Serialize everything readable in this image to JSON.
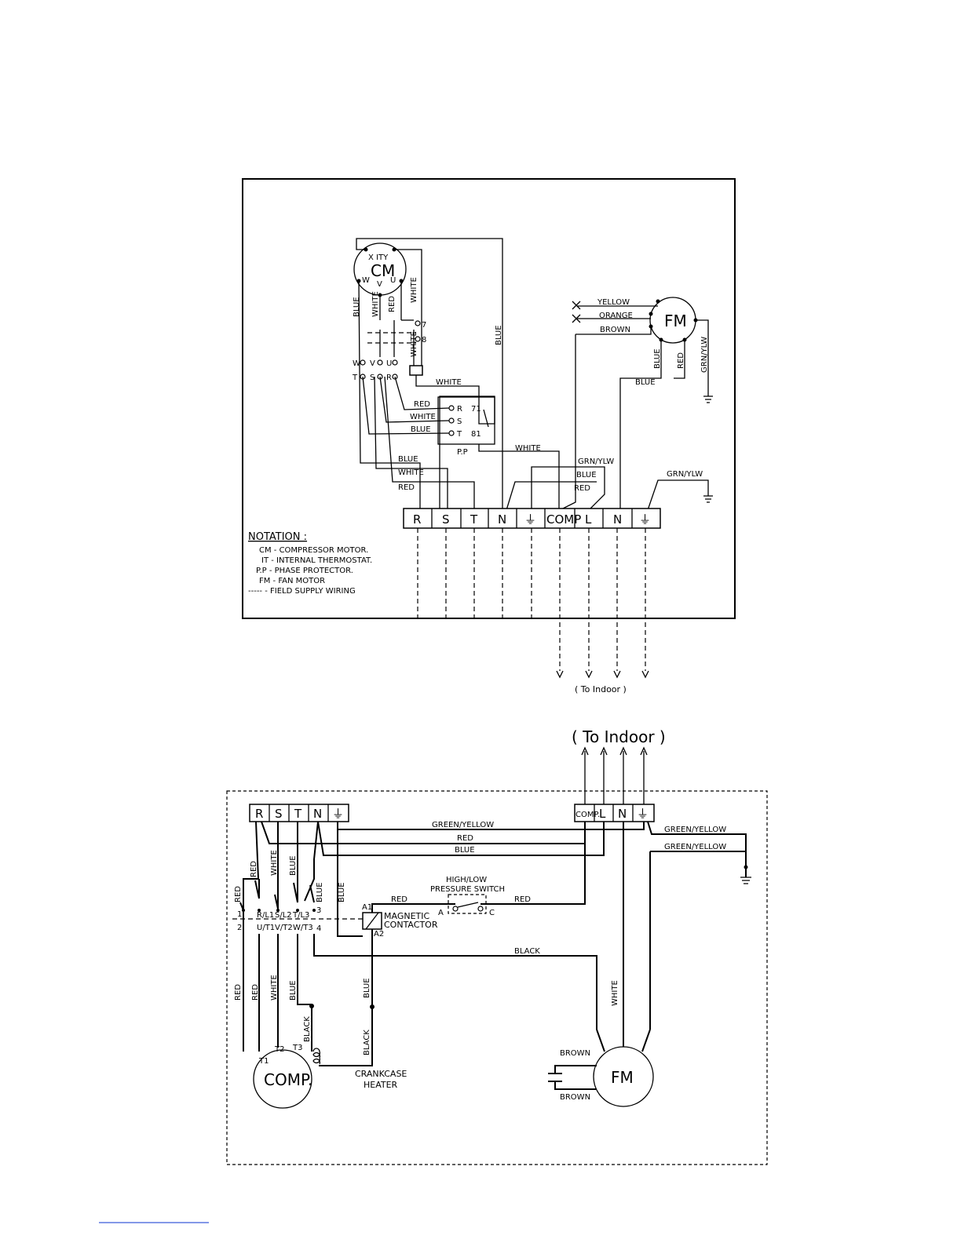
{
  "top": {
    "terminals": [
      "R",
      "S",
      "T",
      "N",
      "⏚",
      "COMP",
      "L",
      "N",
      "⏚"
    ],
    "compressor": {
      "label": "CM",
      "thermo": "X ITY",
      "w": "W",
      "v": "V",
      "u": "U"
    },
    "fan": {
      "label": "FM"
    },
    "protector": {
      "label": "P.P",
      "r": "R",
      "s": "S",
      "t": "T",
      "n71": "71",
      "n81": "81"
    },
    "terms": {
      "w": "W",
      "v": "V",
      "u": "U",
      "t": "T",
      "s": "S",
      "r": "R",
      "n7": "7",
      "n8": "8"
    },
    "wires": {
      "blue": "BLUE",
      "white": "WHITE",
      "red": "RED",
      "yellow": "YELLOW",
      "orange": "ORANGE",
      "brown": "BROWN",
      "grn_ylw": "GRN/YLW"
    },
    "to_indoor": "( To Indoor )"
  },
  "notation": {
    "heading": "NOTATION :",
    "items": [
      "CM  -  COMPRESSOR MOTOR.",
      "IT  -  INTERNAL THERMOSTAT.",
      "P.P  -  PHASE PROTECTOR.",
      "FM  -  FAN MOTOR",
      "-----  -  FIELD SUPPLY WIRING"
    ]
  },
  "bottom": {
    "to_indoor": "( To Indoor )",
    "terminals_left": [
      "R",
      "S",
      "T",
      "N",
      "⏚"
    ],
    "terminals_right": [
      "COMP.",
      "L",
      "N",
      "⏚"
    ],
    "wires": {
      "green_yellow": "GREEN/YELLOW",
      "red": "RED",
      "blue": "BLUE",
      "white": "WHITE",
      "black": "BLACK",
      "brown": "BROWN"
    },
    "contactor": {
      "label1": "MAGNETIC",
      "label2": "CONTACTOR",
      "a1": "A1",
      "a2": "A2",
      "top": [
        "R/L1",
        "S/L2",
        "T/L3"
      ],
      "bottom": [
        "U/T1",
        "V/T2",
        "W/T3"
      ],
      "n1": "1",
      "n2": "2",
      "n3": "3",
      "n4": "4"
    },
    "pressure_switch": {
      "line1": "HIGH/LOW",
      "line2": "PRESSURE SWITCH",
      "a": "A",
      "c": "C"
    },
    "compressor": {
      "label": "COMP.",
      "t1": "T1",
      "t2": "T2",
      "t3": "T3"
    },
    "heater": {
      "line1": "CRANKCASE",
      "line2": "HEATER"
    },
    "fan": {
      "label": "FM"
    }
  }
}
